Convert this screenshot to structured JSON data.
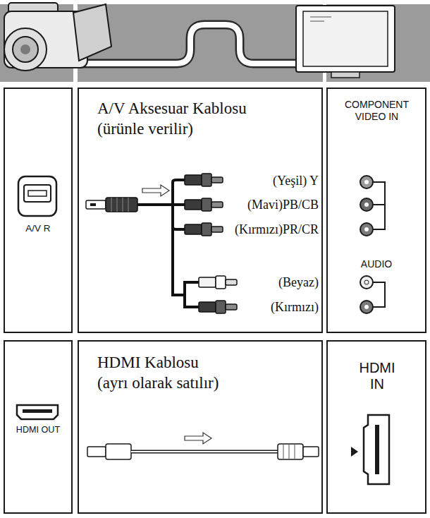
{
  "diagram": {
    "nodes": [
      {
        "text": [
          "A/V R"
        ]
      },
      {
        "text": [
          "A/V Aksesuar Kablosu (ürünle verilir)",
          "(Yeşil) Y",
          "(Mavi)PB/CB",
          "(Kırmızı)PR/CR",
          "(Beyaz)",
          "(Kırmızı)"
        ]
      },
      {
        "text": [
          "COMPONENT VIDEO IN",
          "AUDIO"
        ]
      },
      {
        "text": [
          "HDMI OUT"
        ]
      },
      {
        "text": [
          "HDMI Kablosu (ayrı olarak satılır)"
        ]
      },
      {
        "text": [
          "HDMI IN"
        ]
      }
    ]
  }
}
